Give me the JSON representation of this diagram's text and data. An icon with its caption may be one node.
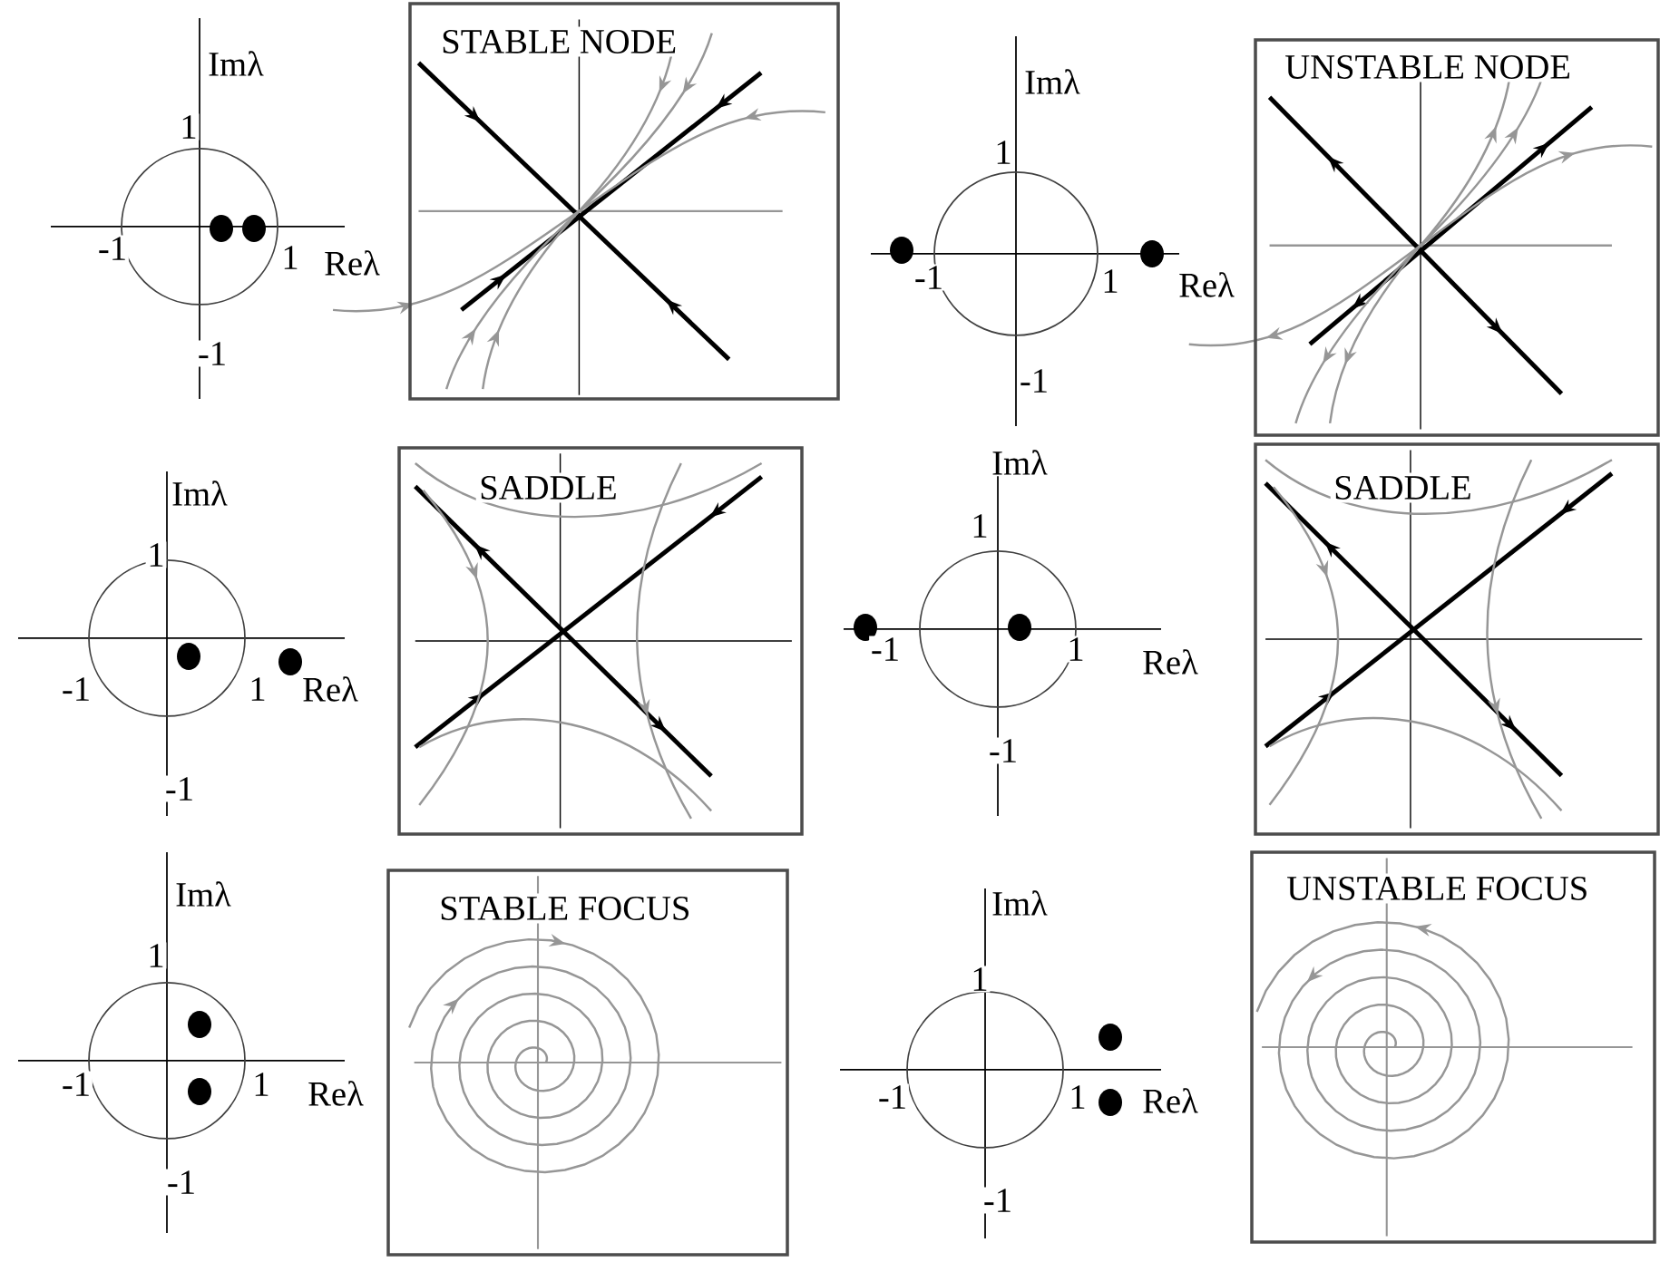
{
  "diagram": {
    "nodes": [
      {
        "text": [
          "STABLE NODE"
        ]
      },
      {
        "text": [
          "UNSTABLE NODE"
        ]
      },
      {
        "text": [
          "SADDLE"
        ]
      },
      {
        "text": [
          "SADDLE"
        ]
      },
      {
        "text": [
          "STABLE FOCUS"
        ]
      },
      {
        "text": [
          "UNSTABLE FOCUS"
        ]
      }
    ],
    "labels": [
      "Imλ",
      "1",
      "-1",
      "1",
      "Reλ",
      "-1",
      "Imλ",
      "1",
      "-1",
      "1",
      "Reλ",
      "-1",
      "Imλ",
      "1",
      "-1",
      "1",
      "Reλ",
      "-1",
      "Imλ",
      "1",
      "-1",
      "1",
      "Reλ",
      "-1",
      "Imλ",
      "1",
      "-1",
      "1",
      "Reλ",
      "-1",
      "Imλ",
      "1",
      "-1",
      "1",
      "Reλ",
      "-1"
    ]
  }
}
